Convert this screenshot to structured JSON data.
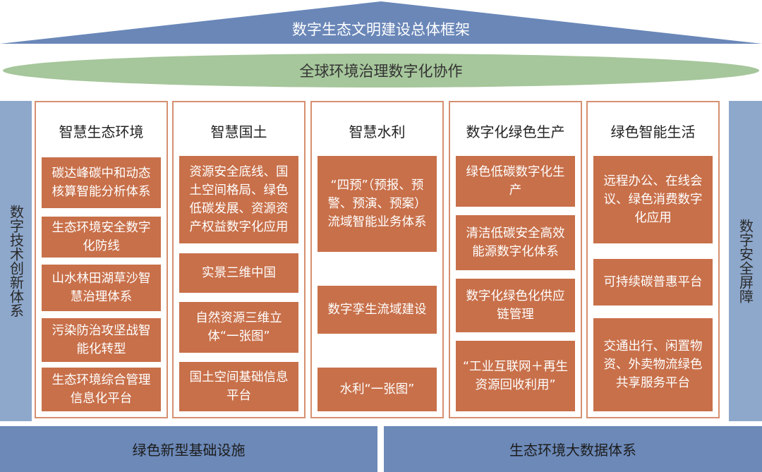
{
  "roof": {
    "title": "数字生态文明建设总体框架"
  },
  "ellipse": {
    "label": "全球环境治理数字化协作"
  },
  "side_left": {
    "label": "数字技术创新体系"
  },
  "side_right": {
    "label": "数字安全屏障"
  },
  "columns": [
    {
      "title": "智慧生态环境",
      "items": [
        "碳达峰碳中和动态核算智能分析体系",
        "生态环境安全数字化防线",
        "山水林田湖草沙智慧治理体系",
        "污染防治攻坚战智能化转型",
        "生态环境综合管理信息化平台"
      ]
    },
    {
      "title": "智慧国土",
      "items": [
        "资源安全底线、国土空间格局、绿色低碳发展、资源资产权益数字化应用",
        "实景三维中国",
        "自然资源三维立体“一张图”",
        "国土空间基础信息平台"
      ]
    },
    {
      "title": "智慧水利",
      "items": [
        "“四预”（预报、预警、预演、预案）流域智能业务体系",
        "数字孪生流域建设",
        "水利“一张图”"
      ]
    },
    {
      "title": "数字化绿色生产",
      "items": [
        "绿色低碳数字化生产",
        "清洁低碳安全高效能源数字化体系",
        "数字化绿色化供应链管理",
        "“工业互联网＋再生资源回收利用”"
      ]
    },
    {
      "title": "绿色智能生活",
      "items": [
        "远程办公、在线会议、绿色消费数字化应用",
        "可持续碳普惠平台",
        "交通出行、闲置物资、外卖物流绿色共享服务平台"
      ]
    }
  ],
  "base": {
    "left": "绿色新型基础设施",
    "right": "生态环境大数据体系"
  }
}
